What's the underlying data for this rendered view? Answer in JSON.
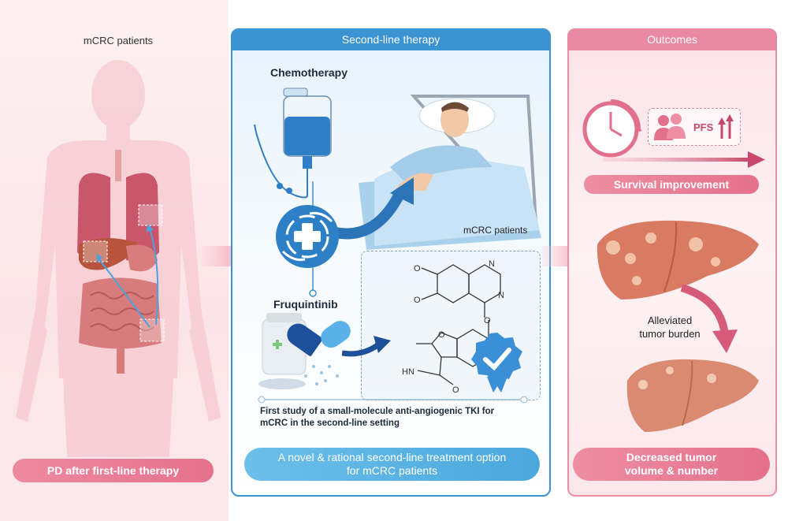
{
  "left_panel": {
    "title": "mCRC patients",
    "footer": "PD after first-line therapy"
  },
  "middle_panel": {
    "header": "Second-line therapy",
    "chemo_label": "Chemotherapy",
    "fruq_label": "Fruquintinib",
    "patients_label": "mCRC patients",
    "study_text_1": "First study of a small-molecule anti-angiogenic TKI for",
    "study_text_2": "mCRC in the second-line setting",
    "footer_1": "A novel & rational second-line treatment option",
    "footer_2": "for mCRC patients",
    "molecule": {
      "hn": "HN",
      "o": "O",
      "n": "N"
    }
  },
  "right_panel": {
    "header": "Outcomes",
    "pfs_label": "PFS",
    "survival": "Survival improvement",
    "alleviated_1": "Alleviated",
    "alleviated_2": "tumor burden",
    "footer_1": "Decreased tumor",
    "footer_2": "volume & number"
  },
  "colors": {
    "blue_accent": "#3b93d1",
    "pink_accent": "#ea8aa2",
    "liver": "#d97a62"
  }
}
